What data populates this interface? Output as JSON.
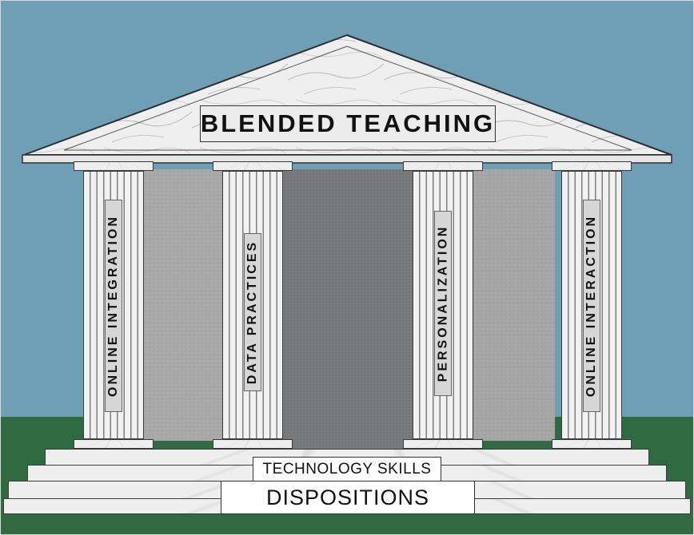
{
  "diagram": {
    "title": "BLENDED TEACHING",
    "pillars": [
      {
        "label": "ONLINE INTEGRATION"
      },
      {
        "label": "DATA PRACTICES"
      },
      {
        "label": "PERSONALIZATION"
      },
      {
        "label": "ONLINE INTERACTION"
      }
    ],
    "foundation": {
      "upper_step": "TECHNOLOGY SKILLS",
      "lower_step": "DISPOSITIONS"
    }
  },
  "colors": {
    "sky": "#6e9fb5",
    "grass": "#2f6a41",
    "marble": "#eeeeee",
    "interior": "#a9a9a9",
    "doorway": "#7a7b7d"
  }
}
